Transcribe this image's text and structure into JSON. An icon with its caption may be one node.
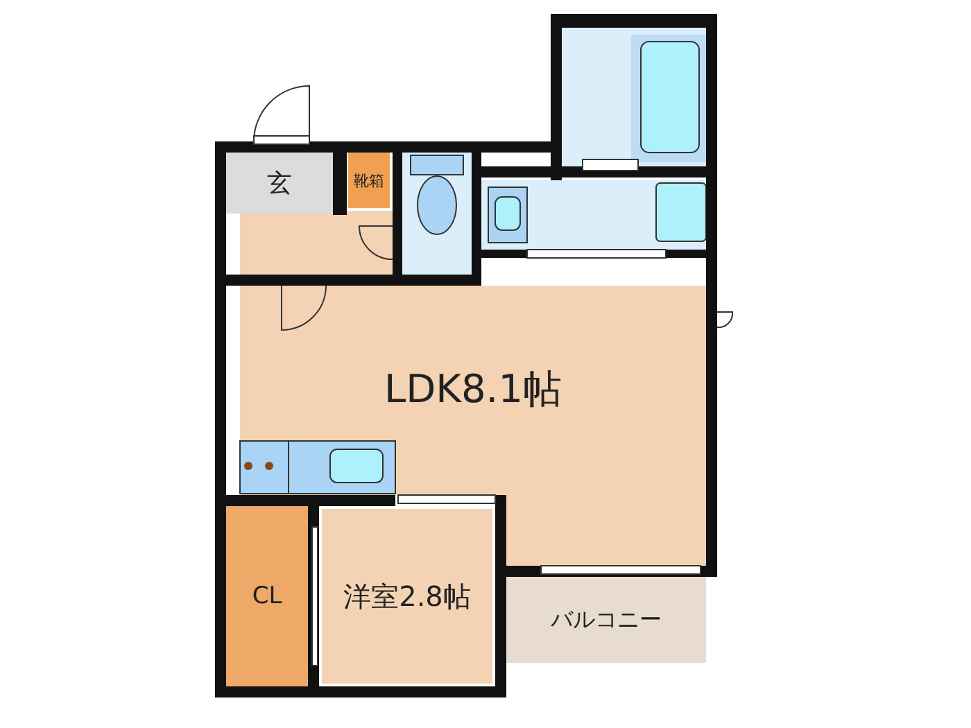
{
  "diagram": {
    "nodes": [
      {
        "text": [
          "玄"
        ]
      },
      {
        "text": [
          "靴箱"
        ]
      },
      {
        "text": [
          "LDK8.1帖"
        ]
      },
      {
        "text": [
          "CL"
        ]
      },
      {
        "text": [
          "洋室2.8帖"
        ]
      },
      {
        "text": [
          "バルコニー"
        ]
      }
    ]
  }
}
